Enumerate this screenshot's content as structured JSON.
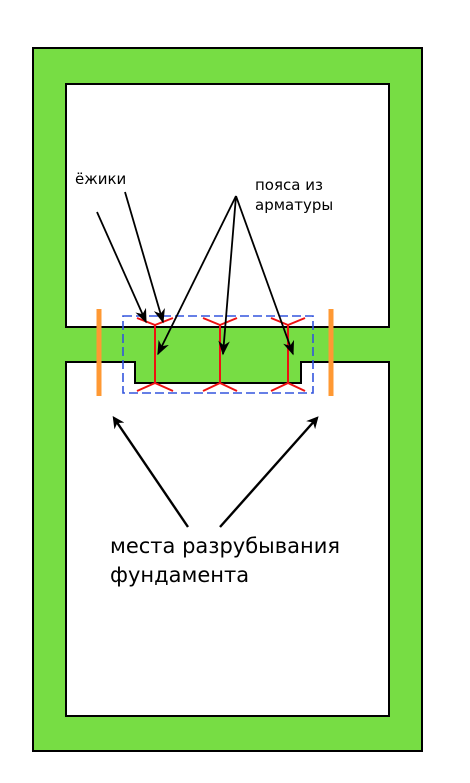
{
  "labels": {
    "hedgehogs": "ёжики",
    "belts_line1": "пояса из",
    "belts_line2": "арматуры",
    "cut_line1": "места разрубывания",
    "cut_line2": "фундамента"
  },
  "colors": {
    "foundation": "#77dd44",
    "outline": "#000000",
    "rebar": "#ee1111",
    "cut_marks": "#ff9933",
    "belt_frame": "#3355dd",
    "room_fill": "#ffffff"
  }
}
